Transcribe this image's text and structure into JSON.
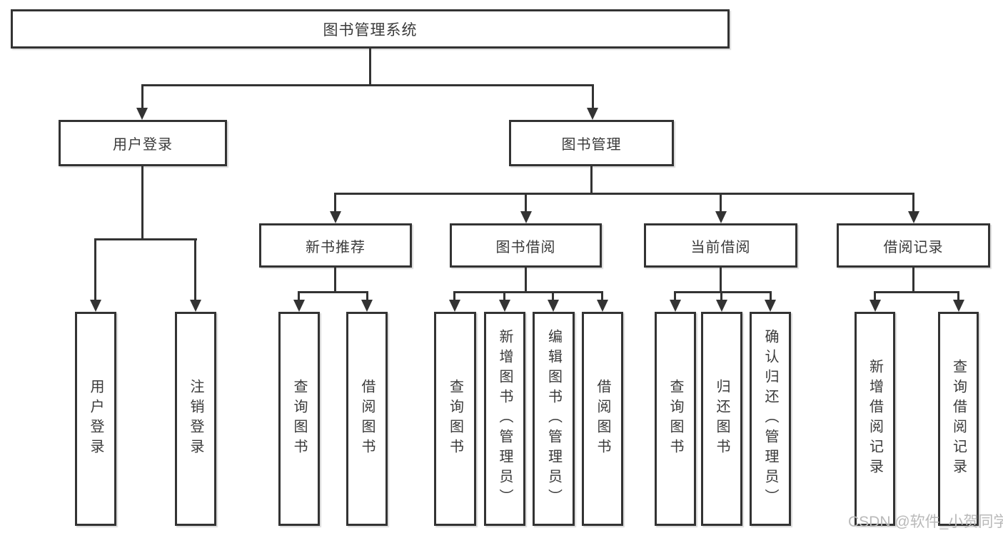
{
  "diagram": {
    "type": "hierarchy-tree",
    "root": {
      "label": "图书管理系统"
    },
    "level2": [
      {
        "label": "用户登录"
      },
      {
        "label": "图书管理"
      }
    ],
    "level3": [
      {
        "label": "新书推荐"
      },
      {
        "label": "图书借阅"
      },
      {
        "label": "当前借阅"
      },
      {
        "label": "借阅记录"
      }
    ],
    "leaves": {
      "user_login": [
        {
          "label": "用户登录"
        },
        {
          "label": "注销登录"
        }
      ],
      "new_book_recommend": [
        {
          "label": "查询图书"
        },
        {
          "label": "借阅图书"
        }
      ],
      "book_borrow": [
        {
          "label": "查询图书"
        },
        {
          "label": "新增图书（管理员）"
        },
        {
          "label": "编辑图书（管理员）"
        },
        {
          "label": "借阅图书"
        }
      ],
      "current_borrow": [
        {
          "label": "查询图书"
        },
        {
          "label": "归还图书"
        },
        {
          "label": "确认归还（管理员）"
        }
      ],
      "borrow_records": [
        {
          "label": "新增借阅记录"
        },
        {
          "label": "查询借阅记录"
        }
      ]
    }
  },
  "watermark": {
    "text": "CSDN @软件_小贺同学"
  },
  "colors": {
    "line": "#333333",
    "text": "#3a3a3a",
    "background": "#ffffff",
    "watermark": "#b9b9b9"
  }
}
